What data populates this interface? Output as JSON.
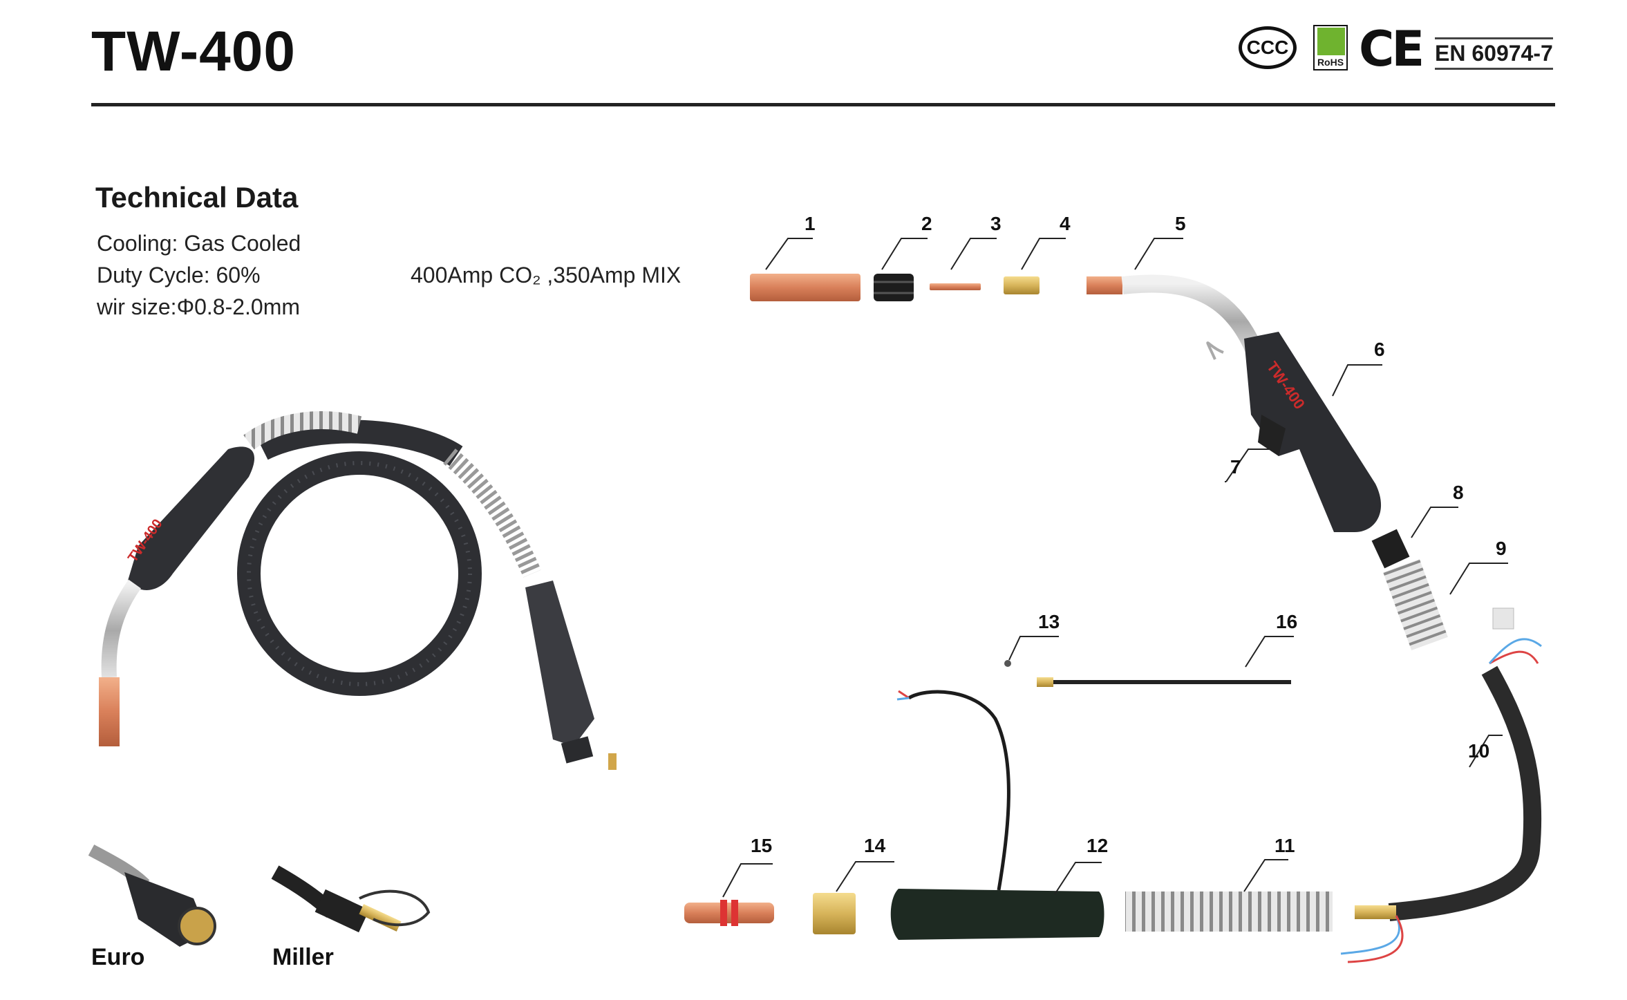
{
  "header": {
    "title": "TW-400",
    "certs": {
      "ccc": "CCC",
      "rohs": "RoHS",
      "ce": "CE",
      "standard": "EN 60974-7"
    }
  },
  "tech": {
    "heading": "Technical Data",
    "cooling": "Cooling: Gas Cooled",
    "duty": "Duty Cycle: 60%",
    "rating": "400Amp CO₂ ,350Amp MIX",
    "wire": "wir size:Φ0.8-2.0mm"
  },
  "torch_brand": "TW-400",
  "callouts": [
    "1",
    "2",
    "3",
    "4",
    "5",
    "6",
    "7",
    "8",
    "9",
    "10",
    "11",
    "12",
    "13",
    "14",
    "15",
    "16"
  ],
  "connectors": {
    "euro": "Euro",
    "miller": "Miller"
  }
}
